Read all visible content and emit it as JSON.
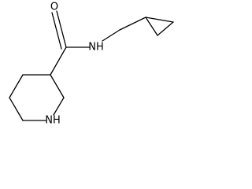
{
  "molecule": {
    "atoms": {
      "oxygen": "O",
      "amide_nitrogen": "NH",
      "ring_nitrogen": "NH"
    },
    "colors": {
      "bond": "#000000",
      "label": "#000000",
      "background": "#ffffff"
    }
  }
}
